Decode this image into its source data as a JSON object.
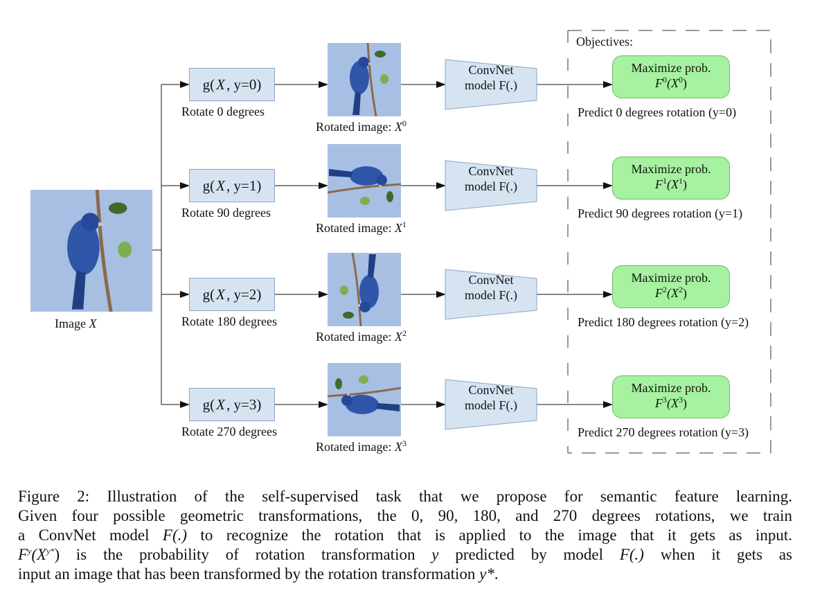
{
  "input": {
    "label_text": "Image",
    "label_var": "X"
  },
  "branches": [
    {
      "g_prefix": "g(",
      "g_var": "X",
      "g_mid": ", y=0)",
      "rotate_label": "Rotate 0 degrees",
      "rotated_prefix": "Rotated image:",
      "rotated_var": "X",
      "rotated_sup": "0",
      "conv_line1": "ConvNet",
      "conv_line2": "model F(.)",
      "obj_line1": "Maximize prob.",
      "obj_F": "F",
      "obj_sup1": "0",
      "obj_X": "(X",
      "obj_sup2": "0",
      "obj_close": ")",
      "predict": "Predict 0 degrees rotation (y=0)",
      "rotation_deg": 0
    },
    {
      "g_prefix": "g(",
      "g_var": "X",
      "g_mid": ", y=1)",
      "rotate_label": "Rotate 90 degrees",
      "rotated_prefix": "Rotated image:",
      "rotated_var": "X",
      "rotated_sup": "1",
      "conv_line1": "ConvNet",
      "conv_line2": "model F(.)",
      "obj_line1": "Maximize prob.",
      "obj_F": "F",
      "obj_sup1": "1",
      "obj_X": "(X",
      "obj_sup2": "1",
      "obj_close": ")",
      "predict": "Predict 90 degrees rotation (y=1)",
      "rotation_deg": 90
    },
    {
      "g_prefix": "g(",
      "g_var": "X",
      "g_mid": ", y=2)",
      "rotate_label": "Rotate 180 degrees",
      "rotated_prefix": "Rotated image:",
      "rotated_var": "X",
      "rotated_sup": "2",
      "conv_line1": "ConvNet",
      "conv_line2": "model F(.)",
      "obj_line1": "Maximize prob.",
      "obj_F": "F",
      "obj_sup1": "2",
      "obj_X": "(X",
      "obj_sup2": "2",
      "obj_close": ")",
      "predict": "Predict 180 degrees rotation (y=2)",
      "rotation_deg": 180
    },
    {
      "g_prefix": "g(",
      "g_var": "X",
      "g_mid": ", y=3)",
      "rotate_label": "Rotate 270 degrees",
      "rotated_prefix": "Rotated image:",
      "rotated_var": "X",
      "rotated_sup": "3",
      "conv_line1": "ConvNet",
      "conv_line2": "model F(.)",
      "obj_line1": "Maximize prob.",
      "obj_F": "F",
      "obj_sup1": "3",
      "obj_X": "(X",
      "obj_sup2": "3",
      "obj_close": ")",
      "predict": "Predict 270 degrees rotation (y=3)",
      "rotation_deg": 270
    }
  ],
  "objectives_title": "Objectives:",
  "caption": {
    "line1": "Figure 2: Illustration of the self-supervised task that we propose for semantic feature learning.",
    "line2": "Given four possible geometric transformations, the 0, 90, 180, and 270 degrees rotations, we train",
    "line3a": "a ConvNet model ",
    "line3b": "F(.)",
    "line3c": " to recognize the rotation that is applied to the image that it gets as input.",
    "line4a": "F",
    "line4sup": "y",
    "line4b": "(X",
    "line4sup2": "y*",
    "line4c": ")",
    "line4d": " is the probability of rotation transformation ",
    "line4e": "y",
    "line4f": " predicted by model ",
    "line4g": "F(.)",
    "line4h": " when it gets as",
    "line5a": "input an image that has been transformed by the rotation transformation ",
    "line5b": "y*",
    "line5c": "."
  },
  "colors": {
    "g_box": "#d6e4f2",
    "convnet": "#d6e4f2",
    "objective": "#a6f2a0",
    "photo_bg": "#a7bfe2",
    "bird": "#2f56a8"
  }
}
